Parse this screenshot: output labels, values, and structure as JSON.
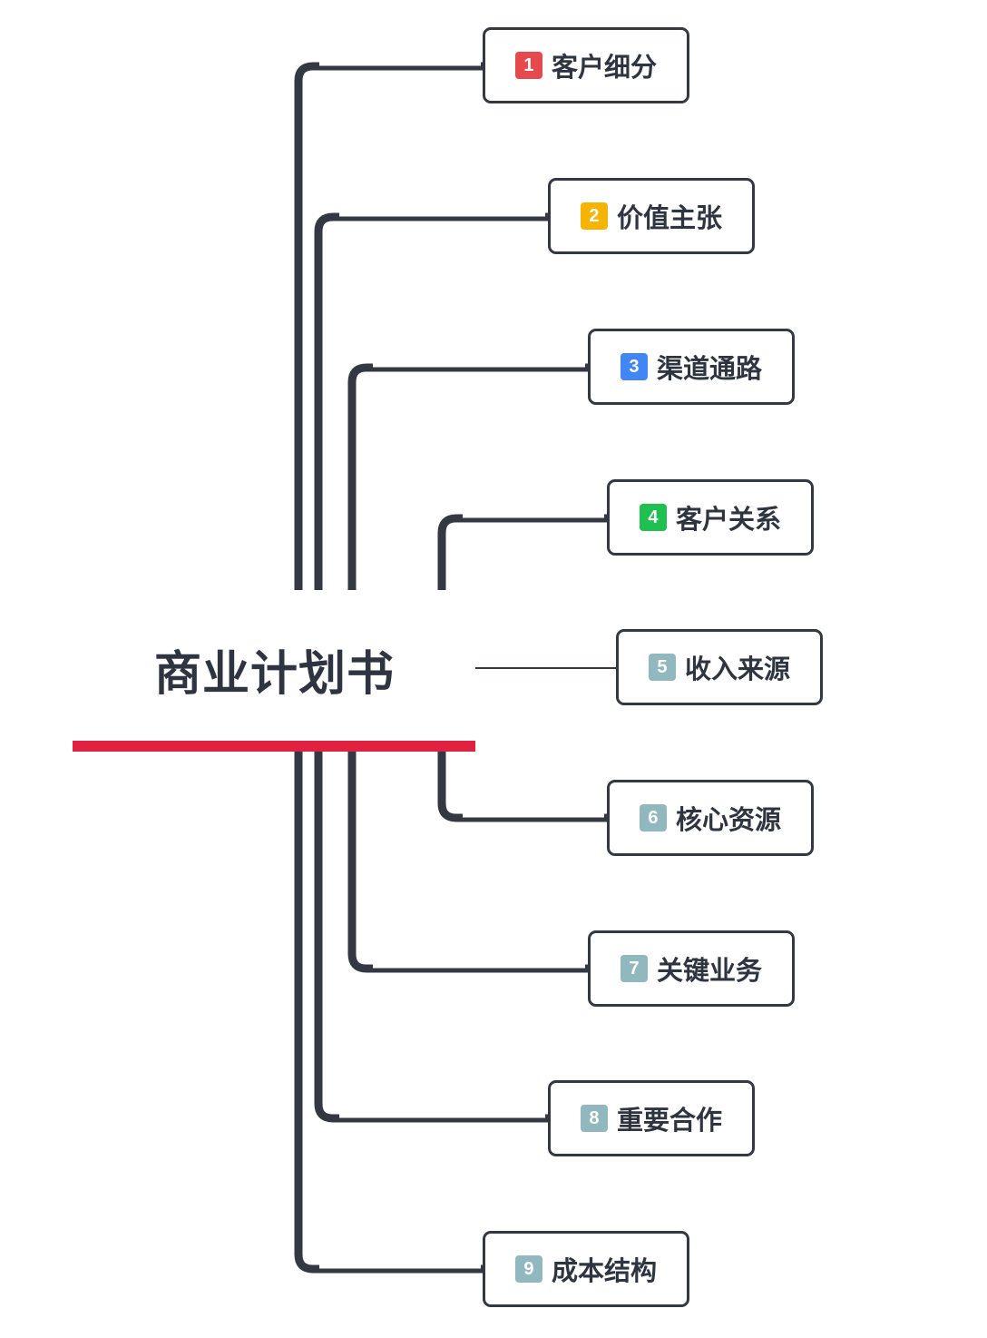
{
  "root": {
    "title": "商业计划书"
  },
  "colors": {
    "line": "#333842",
    "underline": "#e0213f"
  },
  "topics": [
    {
      "number": "1",
      "label": "客户细分",
      "badge_color": "#e5484d"
    },
    {
      "number": "2",
      "label": "价值主张",
      "badge_color": "#f5b400"
    },
    {
      "number": "3",
      "label": "渠道通路",
      "badge_color": "#4285f4"
    },
    {
      "number": "4",
      "label": "客户关系",
      "badge_color": "#1fc04f"
    },
    {
      "number": "5",
      "label": "收入来源",
      "badge_color": "#92b8bf"
    },
    {
      "number": "6",
      "label": "核心资源",
      "badge_color": "#92b8bf"
    },
    {
      "number": "7",
      "label": "关键业务",
      "badge_color": "#92b8bf"
    },
    {
      "number": "8",
      "label": "重要合作",
      "badge_color": "#92b8bf"
    },
    {
      "number": "9",
      "label": "成本结构",
      "badge_color": "#92b8bf"
    }
  ]
}
